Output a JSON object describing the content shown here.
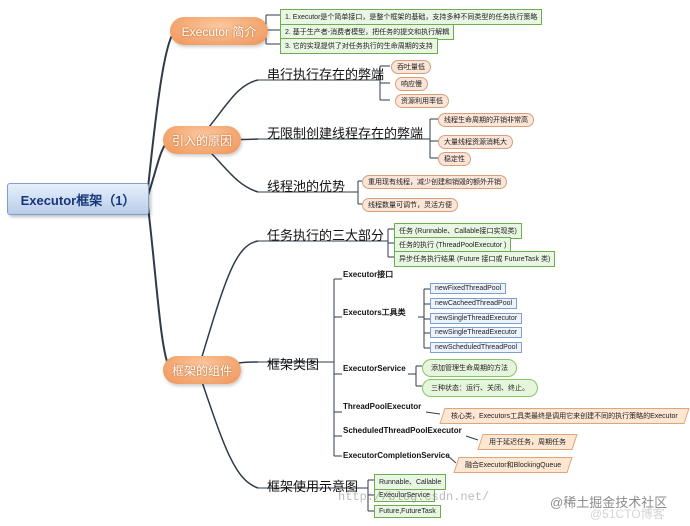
{
  "root": "Executor框架（1）",
  "branches": {
    "intro": {
      "title": "Executor 简介",
      "items": [
        "1. Executor是个简单接口，是整个框架的基础，支持多种不同类型的任务执行策略",
        "2. 基于生产者-消费者模型，把任务的提交和执行解耦",
        "3. 它的实现提供了对任务执行的生命周期的支持"
      ]
    },
    "reason": {
      "title": "引入的原因",
      "serial": {
        "title": "串行执行存在的弊端",
        "items": [
          "吞吐量低",
          "响应慢",
          "资源利用率低"
        ]
      },
      "unlimited": {
        "title": "无限制创建线程存在的弊端",
        "items": [
          "线程生命周期的开销非常高",
          "大量线程资源消耗大",
          "稳定性"
        ]
      },
      "pool": {
        "title": "线程池的优势",
        "items": [
          "重用现有线程，减少创建和销毁的额外开销",
          "线程数量可调节，灵活方便"
        ]
      }
    },
    "components": {
      "title": "框架的组件",
      "parts": {
        "title": "任务执行的三大部分",
        "items": [
          "任务 (Runnable、Callable接口实现类)",
          "任务的执行 (ThreadPoolExecutor )",
          "异步任务执行结果 (Future 接口或 FutureTask 类)"
        ]
      },
      "classdiagram": {
        "title": "框架类图",
        "executor": "Executor接口",
        "executors": {
          "title": "Executors工具类",
          "items": [
            "newFixedThreadPool",
            "newCacheedThreadPool",
            "newSingleThreadExecutor",
            "newSingleThreadExecutor",
            "newScheduledThreadPool"
          ]
        },
        "service": {
          "title": "ExecutorService",
          "items": [
            "添加管理生命周期的方法",
            "三种状态：运行、关闭、终止。"
          ]
        },
        "tpe": {
          "title": "ThreadPoolExecutor",
          "note": "核心类，Executors工具类最终是调用它来创建不同的执行策略的Executor"
        },
        "stpe": {
          "title": "ScheduledThreadPoolExecutor",
          "note": "用于延迟任务，周期任务"
        },
        "ecs": {
          "title": "ExecutorCompletionService",
          "note": "融合Executor和BlockingQueue"
        }
      },
      "usage": {
        "title": "框架使用示意图",
        "items": [
          "Runnable、Callable",
          "ExecutorService",
          "Future,FutureTask"
        ]
      }
    }
  },
  "watermarks": [
    "http://blog.csdn.net/",
    "@稀土掘金技术社区",
    "@51CTO博客"
  ],
  "colors": {
    "branch_line": "#2f3b4a",
    "cloud": "#ef9a5e",
    "root_fill": "#c9daf0"
  }
}
